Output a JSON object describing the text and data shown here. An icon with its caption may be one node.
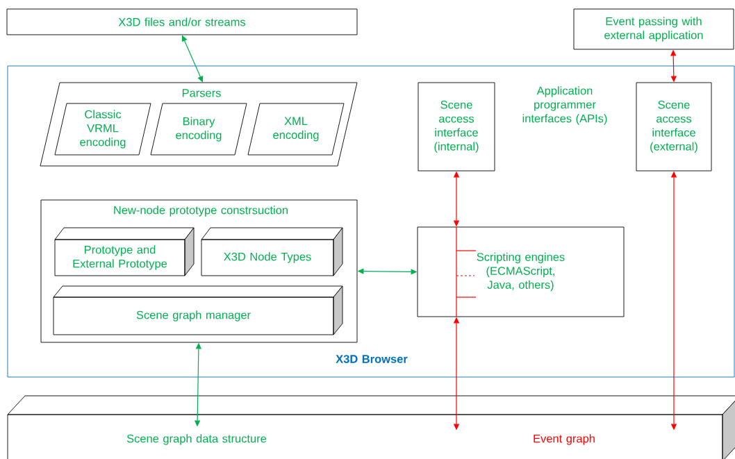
{
  "diagram": {
    "nodes": [
      {
        "text": [
          "X3D files and/or streams"
        ]
      },
      {
        "text": [
          "Event passing with external application"
        ]
      },
      {
        "text": [
          "X3D Browser"
        ]
      },
      {
        "text": [
          "Parsers"
        ],
        "in": 2
      },
      {
        "text": [
          "Classic VRML encoding"
        ],
        "in": 3
      },
      {
        "text": [
          "Binary encoding"
        ],
        "in": 3
      },
      {
        "text": [
          "XML encoding"
        ],
        "in": 3
      },
      {
        "text": [
          "Scene access interface (internal)"
        ],
        "in": 2
      },
      {
        "text": [
          "Scene access interface (external)"
        ],
        "in": 2
      },
      {
        "text": [
          "New-node prototype constrsuction"
        ],
        "in": 2
      },
      {
        "text": [
          "Prototype and External Prototype"
        ],
        "in": 9
      },
      {
        "text": [
          "X3D Node Types"
        ],
        "in": 9
      },
      {
        "text": [
          "Scene graph manager"
        ],
        "in": 9
      },
      {
        "text": [
          "Scripting engines (ECMAScript, Java, others)"
        ],
        "in": 2
      },
      {
        "text": [
          "Scene graph data structure",
          "Event graph"
        ]
      }
    ],
    "edges": [
      {
        "from": 0,
        "to": 3,
        "arrow": "both",
        "color": "#00b050"
      },
      {
        "from": 1,
        "to": 8,
        "arrow": "both",
        "color": "#ff0000"
      },
      {
        "from": 7,
        "to": 13,
        "arrow": "both",
        "color": "#ff0000"
      },
      {
        "from": 13,
        "to": 14,
        "arrow": "both",
        "color": "#ff0000"
      },
      {
        "from": 8,
        "to": 14,
        "arrow": "both",
        "color": "#ff0000"
      },
      {
        "from": 9,
        "to": 13,
        "arrow": "both",
        "color": "#00b050"
      },
      {
        "from": 9,
        "to": 14,
        "arrow": "both",
        "color": "#00b050"
      }
    ],
    "labels": [
      "Application programmer interfaces (APIs)"
    ]
  }
}
